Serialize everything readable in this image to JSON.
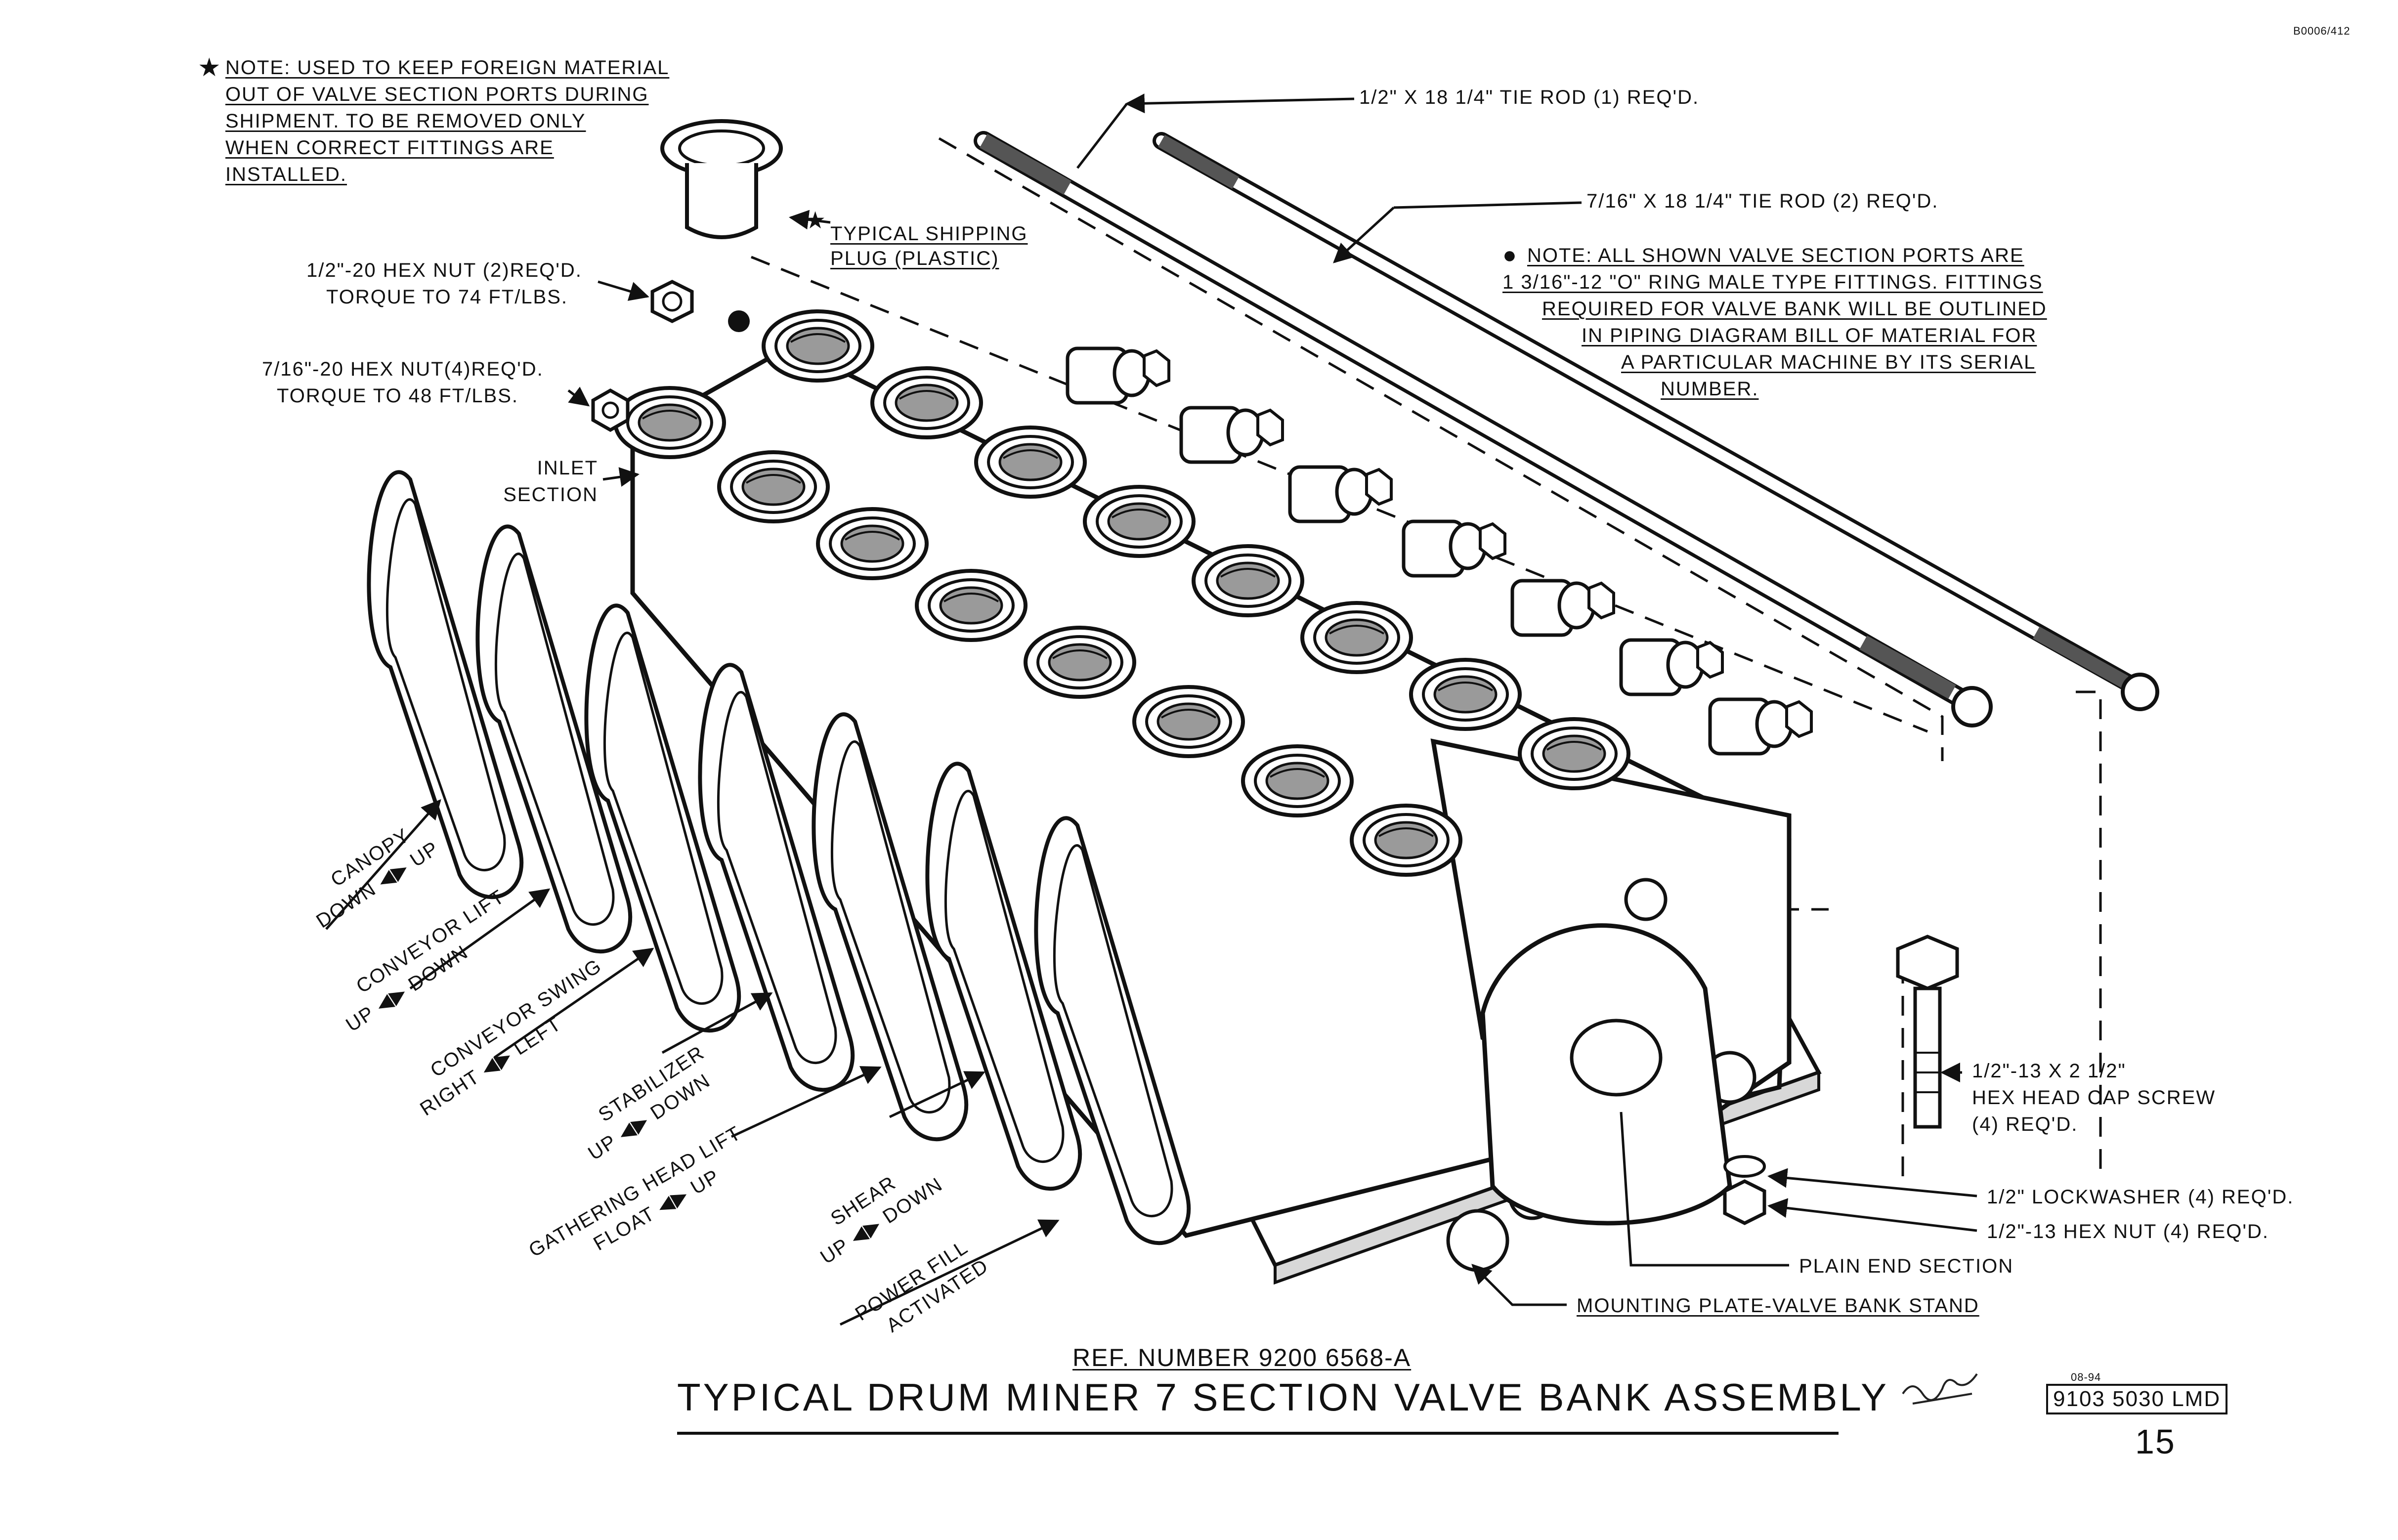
{
  "doc_code": "B0006/412",
  "note_shipping": [
    "NOTE: USED TO KEEP FOREIGN MATERIAL",
    "OUT OF VALVE SECTION PORTS DURING",
    "SHIPMENT. TO BE REMOVED ONLY",
    "WHEN CORRECT FITTINGS ARE",
    "INSTALLED."
  ],
  "shipping_plug": [
    "TYPICAL SHIPPING",
    "PLUG (PLASTIC)"
  ],
  "hex_nut_half": [
    "1/2\"-20 HEX NUT (2)REQ'D.",
    "TORQUE TO 74 FT/LBS."
  ],
  "hex_nut_7_16": [
    "7/16\"-20 HEX NUT(4)REQ'D.",
    "TORQUE TO 48 FT/LBS."
  ],
  "inlet_section": [
    "INLET",
    "SECTION"
  ],
  "tie_rod_half": "1/2\" X 18  1/4\"  TIE ROD (1) REQ'D.",
  "tie_rod_7_16": "7/16\" X 18  1/4\"  TIE ROD (2) REQ'D.",
  "note_ports": [
    "NOTE: ALL SHOWN VALVE SECTION PORTS ARE",
    "1 3/16\"-12 \"O\" RING MALE TYPE FITTINGS. FITTINGS",
    "REQUIRED FOR VALVE BANK WILL BE OUTLINED",
    "IN PIPING DIAGRAM BILL OF MATERIAL FOR",
    "A PARTICULAR MACHINE BY ITS SERIAL",
    "NUMBER."
  ],
  "functions": [
    {
      "line1": "CANOPY",
      "line2": "DOWN",
      "line3": "UP"
    },
    {
      "line1": "CONVEYOR LIFT",
      "line2": "UP",
      "line3": "DOWN"
    },
    {
      "line1": "CONVEYOR SWING",
      "line2": "RIGHT",
      "line3": "LEFT"
    },
    {
      "line1": "STABILIZER",
      "line2": "UP",
      "line3": "DOWN"
    },
    {
      "line1": "GATHERING HEAD LIFT",
      "line2": "FLOAT",
      "line3": "UP"
    },
    {
      "line1": "SHEAR",
      "line2": "UP",
      "line3": "DOWN"
    },
    {
      "line1": "POWER FILL",
      "line2": "ACTIVATED",
      "line3": ""
    }
  ],
  "cap_screw": [
    "1/2\"-13 X 2  1/2\"",
    "HEX HEAD CAP SCREW",
    "(4) REQ'D."
  ],
  "lockwasher": "1/2\" LOCKWASHER (4) REQ'D.",
  "hex_nut_13": "1/2\"-13  HEX NUT (4) REQ'D.",
  "plain_end": "PLAIN END SECTION",
  "mounting_plate": "MOUNTING PLATE-VALVE BANK STAND",
  "ref_number": "REF. NUMBER 9200 6568-A",
  "title": "TYPICAL DRUM MINER 7 SECTION VALVE BANK ASSEMBLY",
  "drawing_number": "9103 5030 LMD",
  "revision_date": "08-94",
  "page_number": "15",
  "colors": {
    "ink": "#111111",
    "paper": "#ffffff",
    "shade": "#bdbdbd"
  }
}
